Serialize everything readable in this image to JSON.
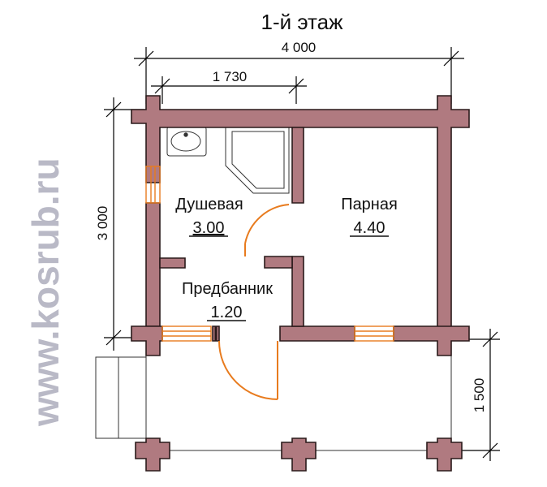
{
  "title": "1-й этаж",
  "watermark": "www.kosrub.ru",
  "dimensions": {
    "total_width": "4 000",
    "inner_width": "1 730",
    "height": "3 000",
    "terrace_depth": "1 500"
  },
  "rooms": [
    {
      "name": "Душевая",
      "area": "3.00"
    },
    {
      "name": "Парная",
      "area": "4.40"
    },
    {
      "name": "Предбанник",
      "area": "1.20"
    }
  ],
  "colors": {
    "wall": "#b07a80",
    "wall_outline": "#2a1a1a",
    "door_window": "#e87b1e",
    "dimension_line": "#000000",
    "watermark": "#b9b9c6"
  }
}
